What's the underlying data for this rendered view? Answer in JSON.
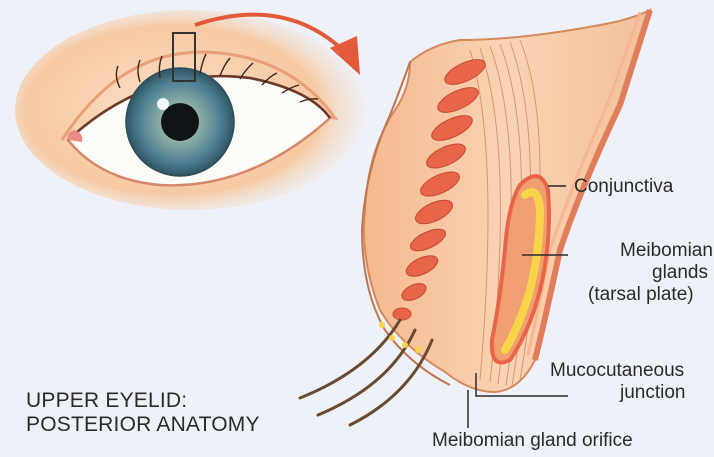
{
  "labels": {
    "conjunctiva": "Conjunctiva",
    "meibomian_glands": {
      "line1": "Meibomian",
      "line2": "glands",
      "line3": "(tarsal plate)"
    },
    "mucocutaneous_junction": {
      "line1": "Mucocutaneous",
      "line2": "junction"
    },
    "gland_orifice": "Meibomian gland orifice"
  },
  "title": {
    "line1": "UPPER EYELID:",
    "line2": "POSTERIOR ANATOMY"
  },
  "colors": {
    "background": "#eef2f8",
    "skin": "#f5c9a4",
    "tissue": "#f7c79e",
    "gland": "#e8654a",
    "gland_highlight": "#f7d44a",
    "iris": "#5b8fa0",
    "arrow": "#e25a3a",
    "leader_line": "#2a2a2a"
  }
}
